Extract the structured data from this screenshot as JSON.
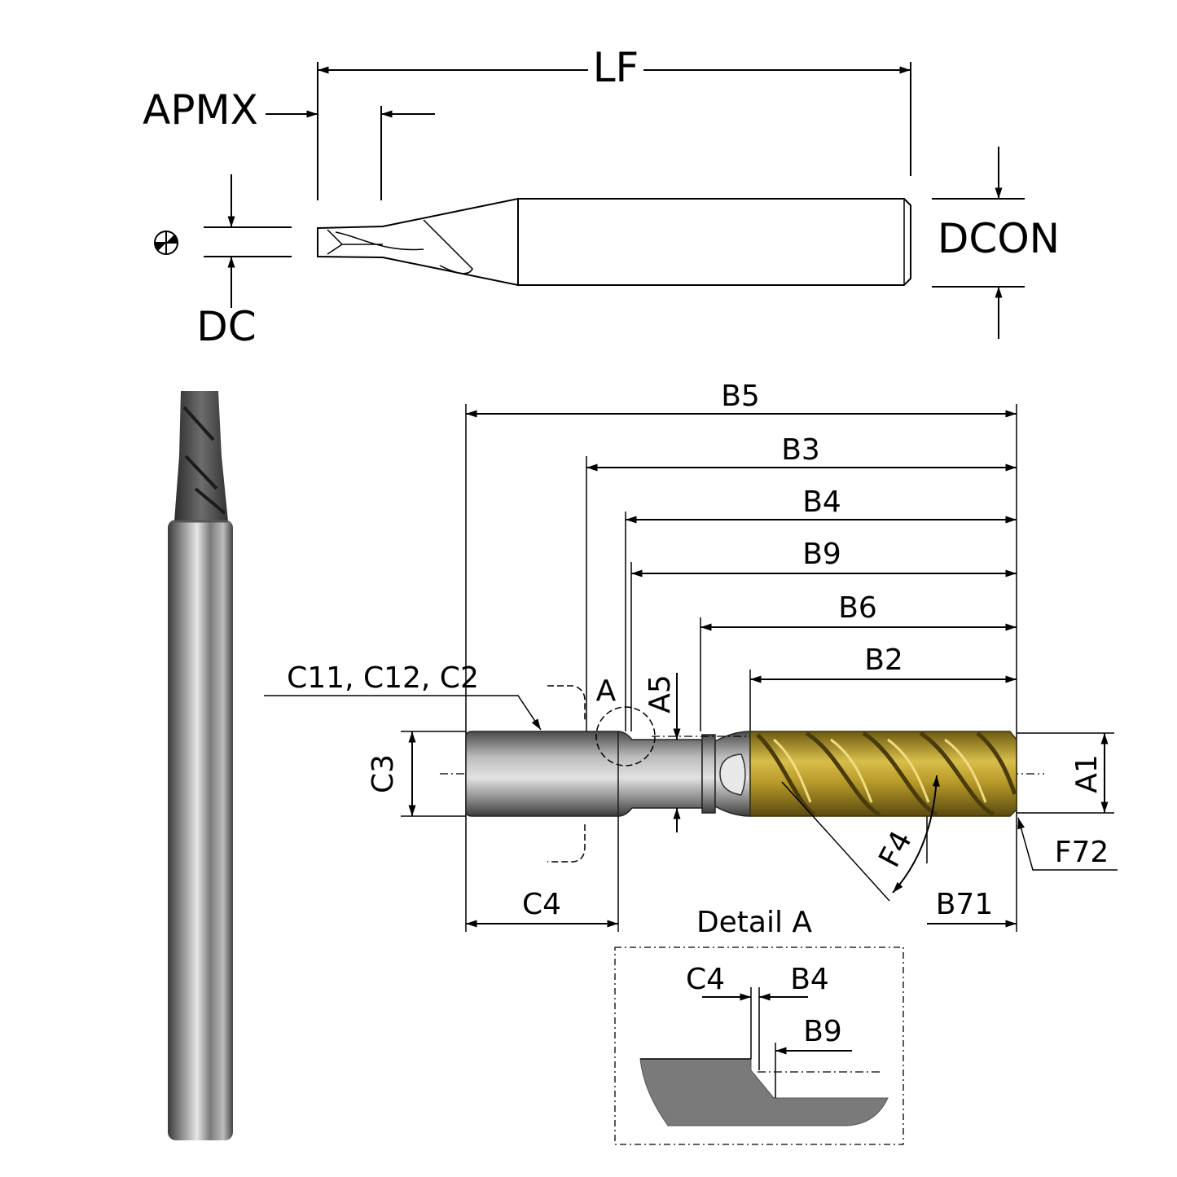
{
  "top_view": {
    "labels": {
      "lf": "LF",
      "apmx": "APMX",
      "dcon": "DCON",
      "dc": "DC"
    }
  },
  "side_view": {
    "labels": {
      "b5": "B5",
      "b3": "B3",
      "b4": "B4",
      "b9": "B9",
      "b6": "B6",
      "b2": "B2",
      "c11_c12_c2": "C11, C12, C2",
      "a": "A",
      "a5": "A5",
      "c3": "C3",
      "a1": "A1",
      "f4": "F4",
      "f72": "F72",
      "c4": "C4",
      "b71": "B71"
    }
  },
  "detail": {
    "title": "Detail A",
    "labels": {
      "c4": "C4",
      "b4": "B4",
      "b9": "B9"
    }
  },
  "colors": {
    "flute_gold": "#b89a2a",
    "shank_gray": "#8a8a8a",
    "detail_gray": "#7a7a7a"
  }
}
